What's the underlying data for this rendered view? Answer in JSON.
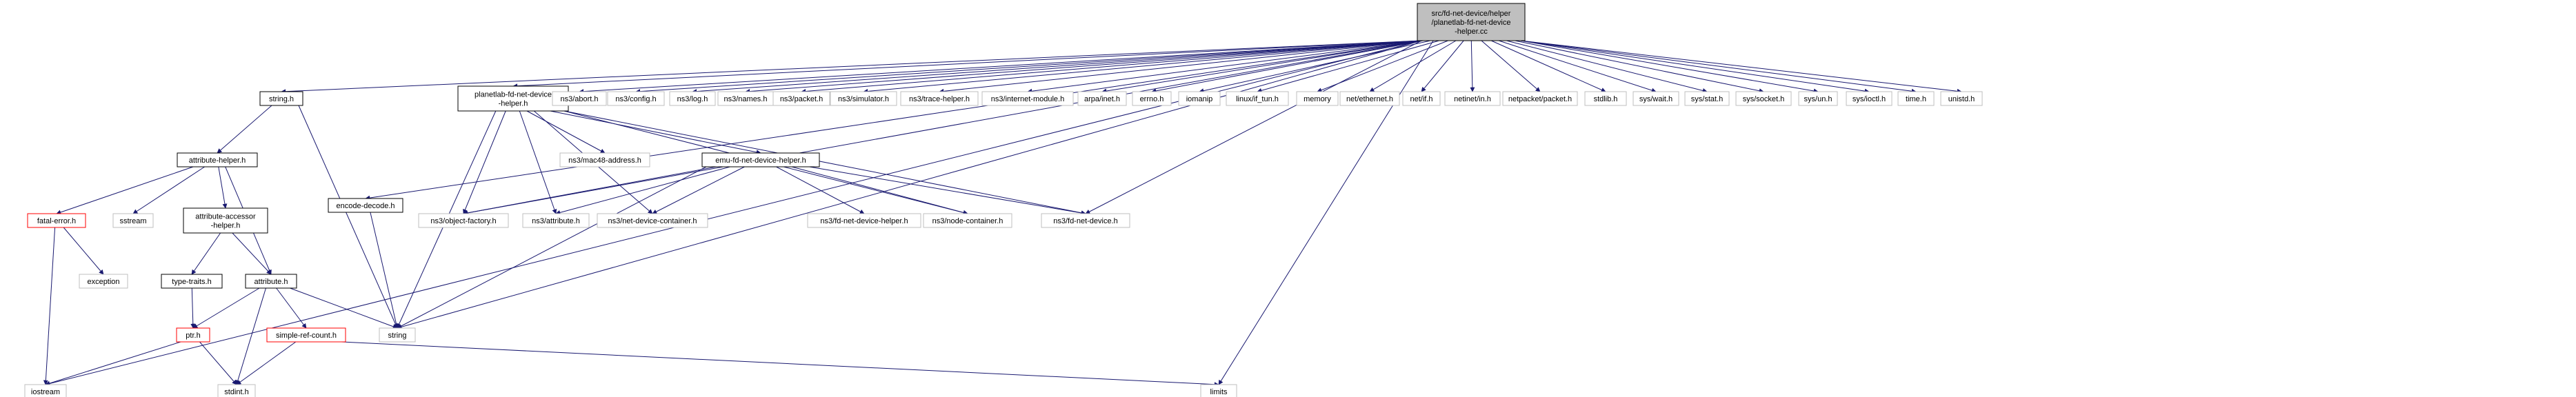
{
  "graph": {
    "colors": {
      "edge": "#191970",
      "root_fill": "#bfbfbf",
      "box_black": "#000000",
      "box_red": "#ff0000",
      "box_gray": "#bfbfbf",
      "background": "#ffffff"
    },
    "nodes": [
      {
        "id": "root",
        "style": "root",
        "lines": [
          "src/fd-net-device/helper",
          "/planetlab-fd-net-device",
          "-helper.cc"
        ]
      },
      {
        "id": "iostream",
        "style": "gray",
        "lines": [
          "iostream"
        ]
      },
      {
        "id": "string_h",
        "style": "black",
        "lines": [
          "string.h"
        ]
      },
      {
        "id": "encode_decode",
        "style": "black",
        "lines": [
          "encode-decode.h"
        ]
      },
      {
        "id": "planetlab_helper",
        "style": "black",
        "lines": [
          "planetlab-fd-net-device",
          "-helper.h"
        ]
      },
      {
        "id": "ns3_abort",
        "style": "gray",
        "lines": [
          "ns3/abort.h"
        ]
      },
      {
        "id": "ns3_config",
        "style": "gray",
        "lines": [
          "ns3/config.h"
        ]
      },
      {
        "id": "ns3_log",
        "style": "gray",
        "lines": [
          "ns3/log.h"
        ]
      },
      {
        "id": "ns3_names",
        "style": "gray",
        "lines": [
          "ns3/names.h"
        ]
      },
      {
        "id": "ns3_packet",
        "style": "gray",
        "lines": [
          "ns3/packet.h"
        ]
      },
      {
        "id": "ns3_simulator",
        "style": "gray",
        "lines": [
          "ns3/simulator.h"
        ]
      },
      {
        "id": "ns3_trace_helper",
        "style": "gray",
        "lines": [
          "ns3/trace-helper.h"
        ]
      },
      {
        "id": "ns3_internet_module",
        "style": "gray",
        "lines": [
          "ns3/internet-module.h"
        ]
      },
      {
        "id": "arpa_inet",
        "style": "gray",
        "lines": [
          "arpa/inet.h"
        ]
      },
      {
        "id": "errno_h",
        "style": "gray",
        "lines": [
          "errno.h"
        ]
      },
      {
        "id": "iomanip",
        "style": "gray",
        "lines": [
          "iomanip"
        ]
      },
      {
        "id": "linux_if_tun",
        "style": "gray",
        "lines": [
          "linux/if_tun.h"
        ]
      },
      {
        "id": "memory",
        "style": "gray",
        "lines": [
          "memory"
        ]
      },
      {
        "id": "net_ethernet",
        "style": "gray",
        "lines": [
          "net/ethernet.h"
        ]
      },
      {
        "id": "net_if",
        "style": "gray",
        "lines": [
          "net/if.h"
        ]
      },
      {
        "id": "netinet_in",
        "style": "gray",
        "lines": [
          "netinet/in.h"
        ]
      },
      {
        "id": "netpacket_packet",
        "style": "gray",
        "lines": [
          "netpacket/packet.h"
        ]
      },
      {
        "id": "stdlib_h",
        "style": "gray",
        "lines": [
          "stdlib.h"
        ]
      },
      {
        "id": "sys_wait",
        "style": "gray",
        "lines": [
          "sys/wait.h"
        ]
      },
      {
        "id": "sys_stat",
        "style": "gray",
        "lines": [
          "sys/stat.h"
        ]
      },
      {
        "id": "sys_socket",
        "style": "gray",
        "lines": [
          "sys/socket.h"
        ]
      },
      {
        "id": "sys_un",
        "style": "gray",
        "lines": [
          "sys/un.h"
        ]
      },
      {
        "id": "sys_ioctl",
        "style": "gray",
        "lines": [
          "sys/ioctl.h"
        ]
      },
      {
        "id": "time_h",
        "style": "gray",
        "lines": [
          "time.h"
        ]
      },
      {
        "id": "unistd_h",
        "style": "gray",
        "lines": [
          "unistd.h"
        ]
      },
      {
        "id": "attribute_helper",
        "style": "black",
        "lines": [
          "attribute-helper.h"
        ]
      },
      {
        "id": "ns3_mac48",
        "style": "gray",
        "lines": [
          "ns3/mac48-address.h"
        ]
      },
      {
        "id": "emu_helper",
        "style": "black",
        "lines": [
          "emu-fd-net-device-helper.h"
        ]
      },
      {
        "id": "fatal_error",
        "style": "red",
        "lines": [
          "fatal-error.h"
        ]
      },
      {
        "id": "sstream",
        "style": "gray",
        "lines": [
          "sstream"
        ]
      },
      {
        "id": "attr_accessor",
        "style": "black",
        "lines": [
          "attribute-accessor",
          "-helper.h"
        ]
      },
      {
        "id": "ns3_object_factory",
        "style": "gray",
        "lines": [
          "ns3/object-factory.h"
        ]
      },
      {
        "id": "ns3_attribute",
        "style": "gray",
        "lines": [
          "ns3/attribute.h"
        ]
      },
      {
        "id": "ns3_ndc",
        "style": "gray",
        "lines": [
          "ns3/net-device-container.h"
        ]
      },
      {
        "id": "ns3_fdndh",
        "style": "gray",
        "lines": [
          "ns3/fd-net-device-helper.h"
        ]
      },
      {
        "id": "ns3_node_container",
        "style": "gray",
        "lines": [
          "ns3/node-container.h"
        ]
      },
      {
        "id": "ns3_fd_net_device",
        "style": "gray",
        "lines": [
          "ns3/fd-net-device.h"
        ]
      },
      {
        "id": "exception",
        "style": "gray",
        "lines": [
          "exception"
        ]
      },
      {
        "id": "type_traits",
        "style": "black",
        "lines": [
          "type-traits.h"
        ]
      },
      {
        "id": "attribute_h",
        "style": "black",
        "lines": [
          "attribute.h"
        ]
      },
      {
        "id": "string",
        "style": "gray",
        "lines": [
          "string"
        ]
      },
      {
        "id": "ptr_h",
        "style": "red",
        "lines": [
          "ptr.h"
        ]
      },
      {
        "id": "simple_ref_count",
        "style": "red",
        "lines": [
          "simple-ref-count.h"
        ]
      },
      {
        "id": "stdint_h",
        "style": "gray",
        "lines": [
          "stdint.h"
        ]
      },
      {
        "id": "limits",
        "style": "gray",
        "lines": [
          "limits"
        ]
      }
    ],
    "edges": [
      [
        "root",
        "iostream"
      ],
      [
        "root",
        "string_h"
      ],
      [
        "root",
        "encode_decode"
      ],
      [
        "root",
        "planetlab_helper"
      ],
      [
        "root",
        "ns3_abort"
      ],
      [
        "root",
        "ns3_config"
      ],
      [
        "root",
        "ns3_log"
      ],
      [
        "root",
        "ns3_names"
      ],
      [
        "root",
        "ns3_packet"
      ],
      [
        "root",
        "ns3_simulator"
      ],
      [
        "root",
        "ns3_trace_helper"
      ],
      [
        "root",
        "ns3_internet_module"
      ],
      [
        "root",
        "arpa_inet"
      ],
      [
        "root",
        "errno_h"
      ],
      [
        "root",
        "iomanip"
      ],
      [
        "root",
        "linux_if_tun"
      ],
      [
        "root",
        "memory"
      ],
      [
        "root",
        "net_ethernet"
      ],
      [
        "root",
        "net_if"
      ],
      [
        "root",
        "netinet_in"
      ],
      [
        "root",
        "netpacket_packet"
      ],
      [
        "root",
        "stdlib_h"
      ],
      [
        "root",
        "sys_wait"
      ],
      [
        "root",
        "sys_stat"
      ],
      [
        "root",
        "sys_socket"
      ],
      [
        "root",
        "sys_un"
      ],
      [
        "root",
        "sys_ioctl"
      ],
      [
        "root",
        "time_h"
      ],
      [
        "root",
        "unistd_h"
      ],
      [
        "root",
        "ns3_object_factory"
      ],
      [
        "root",
        "ns3_fd_net_device"
      ],
      [
        "root",
        "string"
      ],
      [
        "root",
        "limits"
      ],
      [
        "string_h",
        "attribute_helper"
      ],
      [
        "string_h",
        "string"
      ],
      [
        "encode_decode",
        "string"
      ],
      [
        "planetlab_helper",
        "ns3_mac48"
      ],
      [
        "planetlab_helper",
        "emu_helper"
      ],
      [
        "planetlab_helper",
        "ns3_object_factory"
      ],
      [
        "planetlab_helper",
        "ns3_attribute"
      ],
      [
        "planetlab_helper",
        "ns3_ndc"
      ],
      [
        "planetlab_helper",
        "ns3_node_container"
      ],
      [
        "planetlab_helper",
        "ns3_fd_net_device"
      ],
      [
        "planetlab_helper",
        "string"
      ],
      [
        "attribute_helper",
        "fatal_error"
      ],
      [
        "attribute_helper",
        "sstream"
      ],
      [
        "attribute_helper",
        "attr_accessor"
      ],
      [
        "attribute_helper",
        "attribute_h"
      ],
      [
        "emu_helper",
        "ns3_object_factory"
      ],
      [
        "emu_helper",
        "ns3_attribute"
      ],
      [
        "emu_helper",
        "ns3_ndc"
      ],
      [
        "emu_helper",
        "ns3_fdndh"
      ],
      [
        "emu_helper",
        "ns3_node_container"
      ],
      [
        "emu_helper",
        "ns3_fd_net_device"
      ],
      [
        "emu_helper",
        "string"
      ],
      [
        "fatal_error",
        "exception"
      ],
      [
        "fatal_error",
        "iostream"
      ],
      [
        "attr_accessor",
        "type_traits"
      ],
      [
        "attr_accessor",
        "attribute_h"
      ],
      [
        "type_traits",
        "ptr_h"
      ],
      [
        "attribute_h",
        "ptr_h"
      ],
      [
        "attribute_h",
        "simple_ref_count"
      ],
      [
        "attribute_h",
        "stdint_h"
      ],
      [
        "attribute_h",
        "string"
      ],
      [
        "ptr_h",
        "iostream"
      ],
      [
        "ptr_h",
        "stdint_h"
      ],
      [
        "simple_ref_count",
        "stdint_h"
      ],
      [
        "simple_ref_count",
        "limits"
      ]
    ]
  }
}
